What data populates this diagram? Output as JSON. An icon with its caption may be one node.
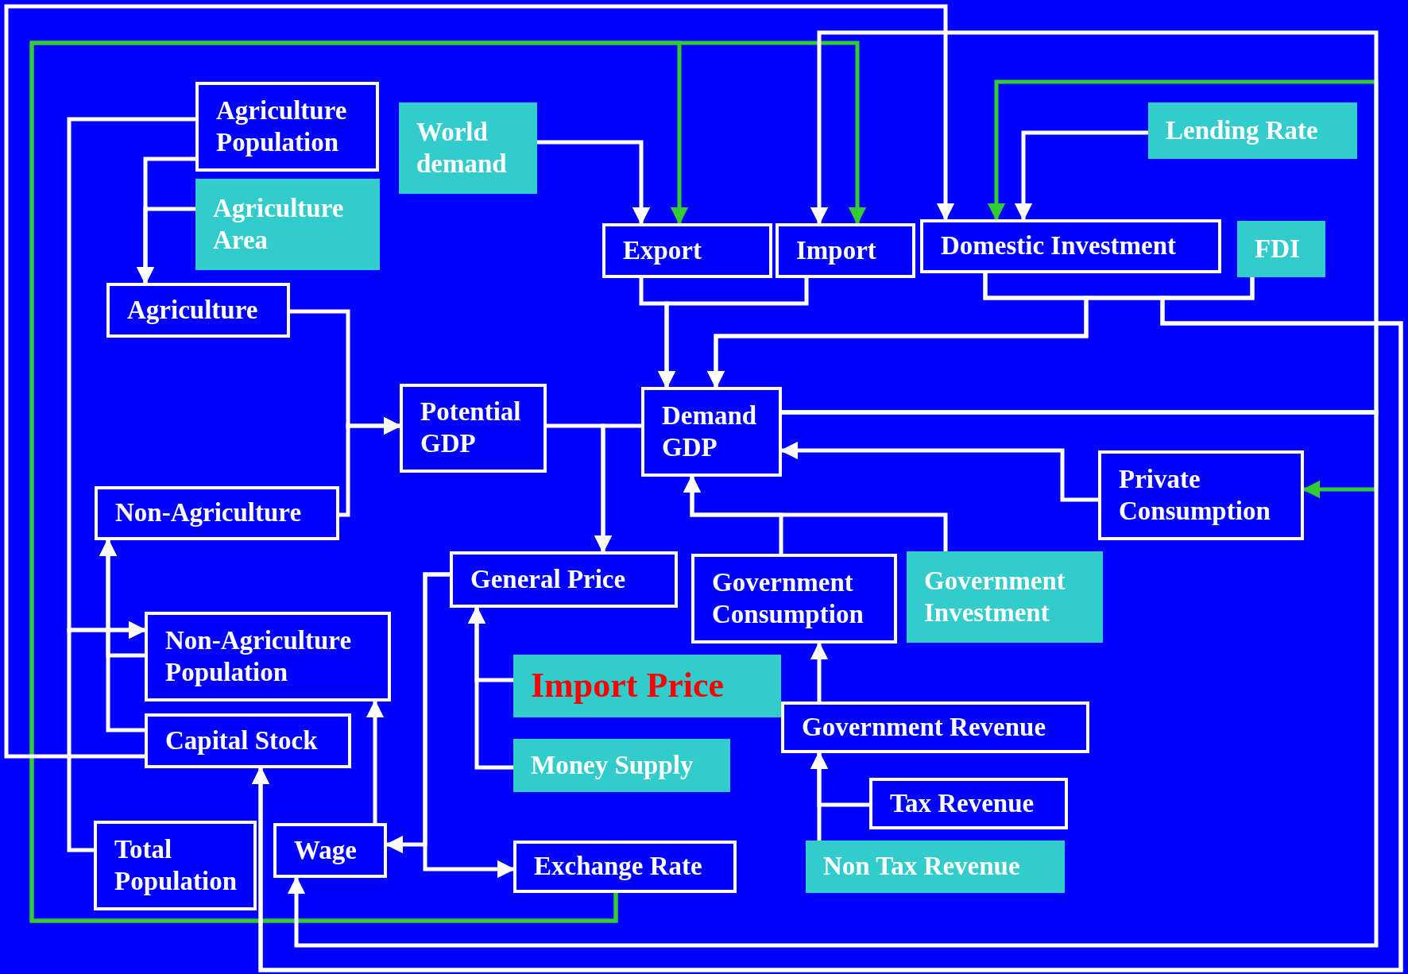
{
  "diagram": {
    "nodes": [
      {
        "text": [
          "Agriculture Population"
        ]
      },
      {
        "text": [
          "Agriculture Area"
        ]
      },
      {
        "text": [
          "World demand"
        ]
      },
      {
        "text": [
          "Export"
        ]
      },
      {
        "text": [
          "Import"
        ]
      },
      {
        "text": [
          "Domestic Investment"
        ]
      },
      {
        "text": [
          "Lending Rate"
        ]
      },
      {
        "text": [
          "FDI"
        ]
      },
      {
        "text": [
          "Agriculture"
        ]
      },
      {
        "text": [
          "Potential GDP"
        ]
      },
      {
        "text": [
          "Demand GDP"
        ]
      },
      {
        "text": [
          "Private Consumption"
        ]
      },
      {
        "text": [
          "Non-Agriculture"
        ]
      },
      {
        "text": [
          "General Price"
        ]
      },
      {
        "text": [
          "Government Consumption"
        ]
      },
      {
        "text": [
          "Government Investment"
        ]
      },
      {
        "text": [
          "Non-Agriculture Population"
        ]
      },
      {
        "text": [
          "Import Price"
        ]
      },
      {
        "text": [
          "Capital Stock"
        ]
      },
      {
        "text": [
          "Government Revenue"
        ]
      },
      {
        "text": [
          "Money Supply"
        ]
      },
      {
        "text": [
          "Tax Revenue"
        ]
      },
      {
        "text": [
          "Total Population"
        ]
      },
      {
        "text": [
          "Wage"
        ]
      },
      {
        "text": [
          "Exchange Rate"
        ]
      },
      {
        "text": [
          "Non Tax Revenue"
        ]
      }
    ],
    "edges": [
      {
        "from": 0,
        "to": 8,
        "arrow": "to"
      },
      {
        "from": 1,
        "to": 8,
        "arrow": "to"
      },
      {
        "from": 0,
        "to": 16,
        "arrow": "to"
      },
      {
        "from": 22,
        "to": 16,
        "arrow": "to"
      },
      {
        "from": 18,
        "to": 12,
        "arrow": "to"
      },
      {
        "from": 16,
        "to": 12,
        "arrow": "to"
      },
      {
        "from": 8,
        "to": 9,
        "arrow": "to"
      },
      {
        "from": 12,
        "to": 9,
        "arrow": "to"
      },
      {
        "from": 2,
        "to": 3,
        "arrow": "to"
      },
      {
        "from": 3,
        "to": 10,
        "arrow": "to"
      },
      {
        "from": 4,
        "to": 10,
        "arrow": "to"
      },
      {
        "from": 5,
        "to": 10,
        "arrow": "to"
      },
      {
        "from": 7,
        "to": 10,
        "arrow": "to"
      },
      {
        "from": 5,
        "to": 18,
        "arrow": "to"
      },
      {
        "from": 7,
        "to": 18,
        "arrow": "to"
      },
      {
        "from": 10,
        "to": 4,
        "arrow": "to"
      },
      {
        "from": 10,
        "to": 5,
        "arrow": "to",
        "color": "#33cc33"
      },
      {
        "from": 10,
        "to": 11,
        "arrow": "to",
        "color": "#33cc33"
      },
      {
        "from": 10,
        "to": 23,
        "arrow": "to"
      },
      {
        "from": 6,
        "to": 5,
        "arrow": "to"
      },
      {
        "from": 18,
        "to": 5,
        "arrow": "to"
      },
      {
        "from": 24,
        "to": 3,
        "arrow": "to",
        "color": "#33cc33"
      },
      {
        "from": 24,
        "to": 4,
        "arrow": "to",
        "color": "#33cc33"
      },
      {
        "from": 9,
        "to": 13,
        "arrow": "to"
      },
      {
        "from": 10,
        "to": 13,
        "arrow": "to"
      },
      {
        "from": 17,
        "to": 13,
        "arrow": "to"
      },
      {
        "from": 20,
        "to": 13,
        "arrow": "to"
      },
      {
        "from": 13,
        "to": 23,
        "arrow": "to"
      },
      {
        "from": 13,
        "to": 24,
        "arrow": "to"
      },
      {
        "from": 23,
        "to": 16,
        "arrow": "to"
      },
      {
        "from": 11,
        "to": 10,
        "arrow": "to"
      },
      {
        "from": 14,
        "to": 10,
        "arrow": "to"
      },
      {
        "from": 15,
        "to": 10,
        "arrow": "to"
      },
      {
        "from": 19,
        "to": 14,
        "arrow": "to"
      },
      {
        "from": 21,
        "to": 19,
        "arrow": "to"
      },
      {
        "from": 25,
        "to": 19,
        "arrow": "to"
      }
    ]
  }
}
